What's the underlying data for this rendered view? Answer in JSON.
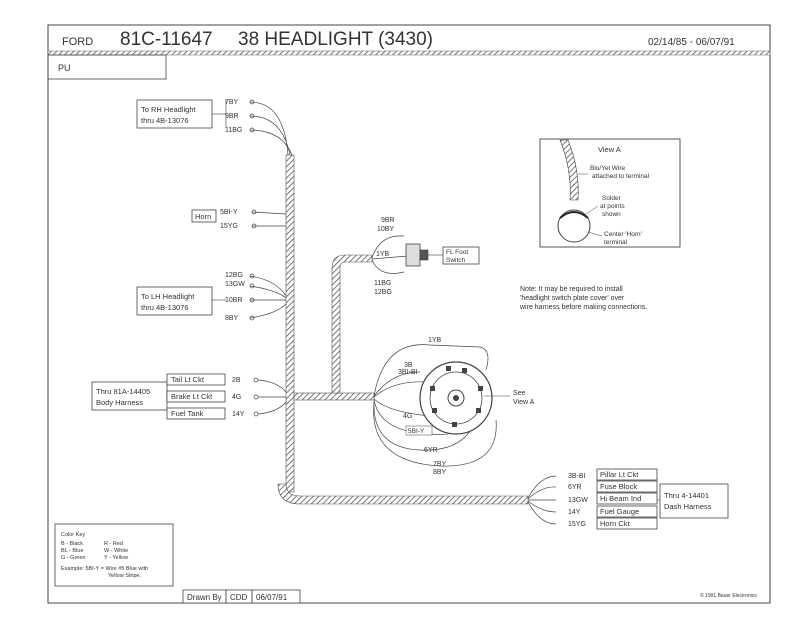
{
  "header": {
    "make": "FORD",
    "part_number": "81C-11647",
    "title": "38 HEADLIGHT (3430)",
    "dates": "02/14/85 - 06/07/91"
  },
  "sub_label": "PU",
  "boxes": {
    "rh_headlight": [
      "To RH Headlight",
      "thru 4B-13076"
    ],
    "horn": "Horn",
    "lh_headlight": [
      "To LH Headlight",
      "thru 4B-13076"
    ],
    "body_harness": [
      "Thru 81A-14405",
      "Body Harness"
    ],
    "tail_lt": "Tail Lt Ckt",
    "brake_lt": "Brake Lt Ckt",
    "fuel_tank": "Fuel Tank",
    "fl_foot_switch": [
      "FL Foot",
      "Switch"
    ],
    "pillar_lt": "Pillar Lt Ckt",
    "fuse_block": "Fuse Block",
    "hi_beam": "Hi Beam Ind",
    "fuel_gauge": "Fuel Gauge",
    "horn_ckt": "Horn Ckt",
    "dash_harness": [
      "Thru 4-14401",
      "Dash Harness"
    ]
  },
  "wire_labels": {
    "rh_top": [
      "7BY",
      "9BR",
      "11BG"
    ],
    "horn_wires": [
      "5BI-Y",
      "15YG"
    ],
    "lh_wires": [
      "12BG",
      "13GW",
      "10BR",
      "8BY"
    ],
    "body_wires": [
      "2B",
      "4G",
      "14Y"
    ],
    "switch_top": [
      "9BR",
      "10BY"
    ],
    "switch_mid": "1YB",
    "switch_bottom": [
      "11BG",
      "12BG"
    ],
    "conn_1yb": "1YB",
    "conn_3b": "3B",
    "conn_3bi": "3BI-BI",
    "conn_4g": "4G",
    "conn_5bi": "5BI-Y",
    "conn_6yr": "6YR",
    "conn_7by": "7BY",
    "conn_8by": "8BY",
    "dash_wires": [
      "3B-BI",
      "6YR",
      "13GW",
      "14Y",
      "15YG"
    ],
    "see_view": [
      "See",
      "View A"
    ]
  },
  "view_a": {
    "title": "View A",
    "blu_yel": [
      "Blu/Yel Wire",
      "attached to terminal"
    ],
    "solder": [
      "Solder",
      "at points",
      "shown"
    ],
    "center_horn": [
      "Center 'Horn'",
      "terminal"
    ]
  },
  "note": [
    "Note: It may be required to install",
    "'headlight switch plate cover' over",
    "wire harness before making connections."
  ],
  "color_key": {
    "title": "Color Key",
    "rows": [
      [
        "B - Black",
        "R - Red"
      ],
      [
        "BL - Blue",
        "W - White"
      ],
      [
        "G - Green",
        "Y - Yellow"
      ]
    ],
    "example": [
      "Example: 5BI-Y = Wire #5 Blue with",
      "Yellow Stripe."
    ]
  },
  "footer": {
    "drawn_by_label": "Drawn By",
    "drawn_by": "CDD",
    "date": "06/07/91",
    "copyright": "© 1991 Bauer Electronics"
  },
  "colors": {
    "ink": "#333333",
    "paper": "#ffffff",
    "harness": "#777777"
  }
}
